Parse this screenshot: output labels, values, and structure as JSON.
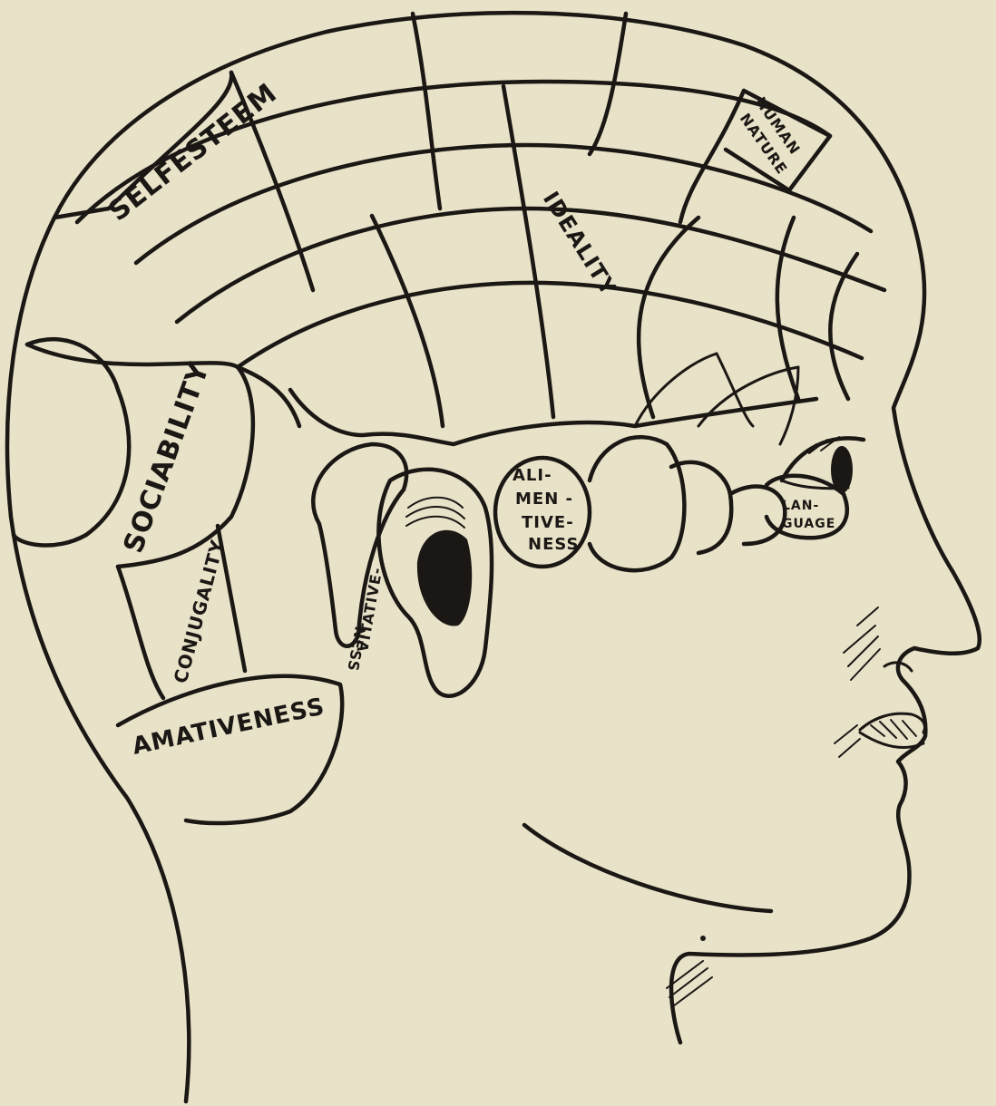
{
  "labels": {
    "selfesteem": "SELFESTEEM",
    "human_nature_1": "HUMAN",
    "human_nature_2": "NATURE",
    "ideality": "IDEALITY",
    "sociability": "SOCIABILITY",
    "conjugality": "CONJUGALITY",
    "amativeness": "AMATIVENESS",
    "vitativeness_1": "VITATIVE-",
    "vitativeness_2": "NESS",
    "alimentiveness_1": "ALI-",
    "alimentiveness_2": "MEN -",
    "alimentiveness_3": "TIVE-",
    "alimentiveness_4": "NESS",
    "language_1": "LAN-",
    "language_2": "GUAGE"
  }
}
